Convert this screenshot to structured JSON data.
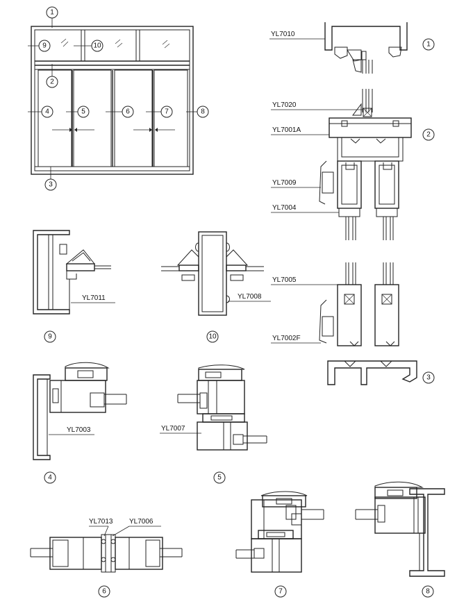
{
  "elevation": {
    "callouts": [
      "1",
      "2",
      "3",
      "4",
      "5",
      "6",
      "7",
      "8",
      "9",
      "10"
    ]
  },
  "profiles": {
    "yl7010": "YL7010",
    "yl7020": "YL7020",
    "yl7001a": "YL7001A",
    "yl7009": "YL7009",
    "yl7004": "YL7004",
    "yl7005": "YL7005",
    "yl7002f": "YL7002F",
    "yl7011": "YL7011",
    "yl7008": "YL7008",
    "yl7003": "YL7003",
    "yl7007": "YL7007",
    "yl7013": "YL7013",
    "yl7006": "YL7006"
  },
  "sections": {
    "s1": "1",
    "s2": "2",
    "s3": "3",
    "s4": "4",
    "s5": "5",
    "s6": "6",
    "s7": "7",
    "s8": "8",
    "s9": "9",
    "s10": "10"
  }
}
